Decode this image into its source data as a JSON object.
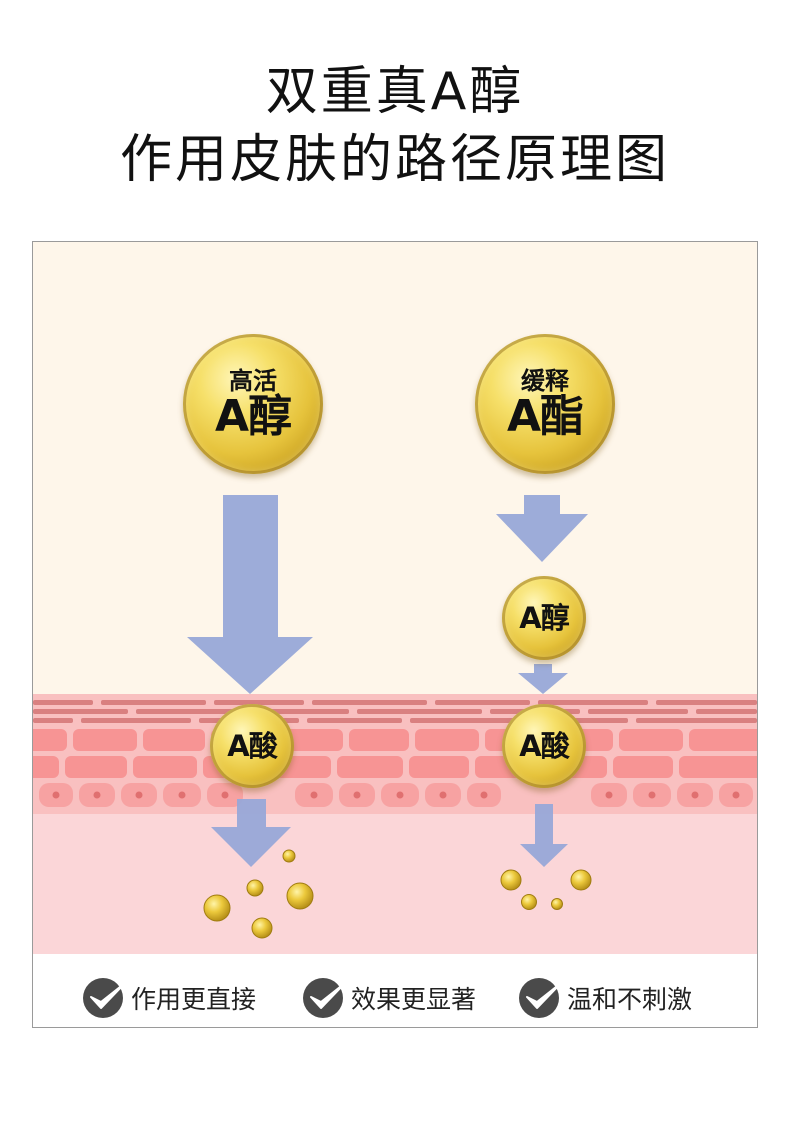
{
  "title": {
    "line1": "双重真A醇",
    "line2": "作用皮肤的路径原理图"
  },
  "path_left": {
    "top_coin": {
      "small": "高活",
      "big": "A醇"
    },
    "skin_coin": "A酸"
  },
  "path_right": {
    "top_coin": {
      "small": "缓释",
      "big": "A酯"
    },
    "middle_coin": "A醇",
    "skin_coin": "A酸"
  },
  "benefits": [
    "作用更直接",
    "效果更显著",
    "温和不刺激"
  ],
  "colors": {
    "background": "#fef6ea",
    "skin_upper": "#f8b8b8",
    "skin_lower": "#fbd6d8",
    "arrow": "#98a8d8",
    "coin_gold": "#e6c33c",
    "check_dark": "#4a4a4a"
  }
}
